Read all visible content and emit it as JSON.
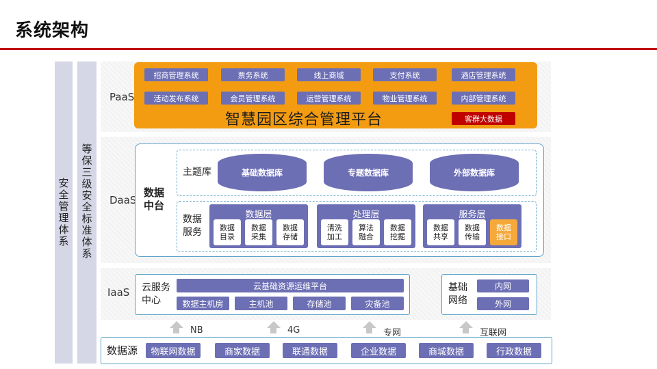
{
  "title": "系统架构",
  "left_bars": {
    "security": "安全管理体系",
    "compliance": "等保三级安全标准体系"
  },
  "paas": {
    "label": "PaaS",
    "row1": [
      "招商管理系统",
      "票务系统",
      "线上商城",
      "支付系统",
      "酒店管理系统"
    ],
    "row2": [
      "活动发布系统",
      "会员管理系统",
      "运营管理系统",
      "物业管理系统",
      "内部管理系统"
    ],
    "platform": "智慧园区综合管理平台",
    "bigdata": "客群大数据"
  },
  "daas": {
    "label": "DaaS",
    "center": "数据\n中台",
    "theme_label": "主题库",
    "theme_dbs": [
      "基础数据库",
      "专题数据库",
      "外部数据库"
    ],
    "service_label": "数据\n服务",
    "groups": [
      {
        "title": "数据层",
        "cells": [
          "数据\n目录",
          "数据\n采集",
          "数据\n存储"
        ]
      },
      {
        "title": "处理层",
        "cells": [
          "清洗\n加工",
          "算法\n融合",
          "数据\n挖掘"
        ]
      },
      {
        "title": "服务层",
        "cells": [
          "数据\n共享",
          "数据\n传输",
          "数据\n接口"
        ]
      }
    ]
  },
  "iaas": {
    "label": "IaaS",
    "cloud_label": "云服务\n中心",
    "platform": "云基础资源运维平台",
    "pools": [
      "数据主机房",
      "主机池",
      "存储池",
      "灾备池"
    ],
    "net_label": "基础\n网络",
    "nets": [
      "内网",
      "外网"
    ]
  },
  "networks": [
    "NB",
    "4G",
    "专网",
    "互联网"
  ],
  "sources": {
    "label": "数据源",
    "items": [
      "物联网数据",
      "商家数据",
      "联通数据",
      "企业数据",
      "商城数据",
      "行政数据"
    ]
  },
  "colors": {
    "accent_red": "#c00000",
    "paas_orange": "#f39c12",
    "pill_purple": "#6d6fb5",
    "panel_blue": "#5aa0c8",
    "highlight": "#f5a93a"
  }
}
